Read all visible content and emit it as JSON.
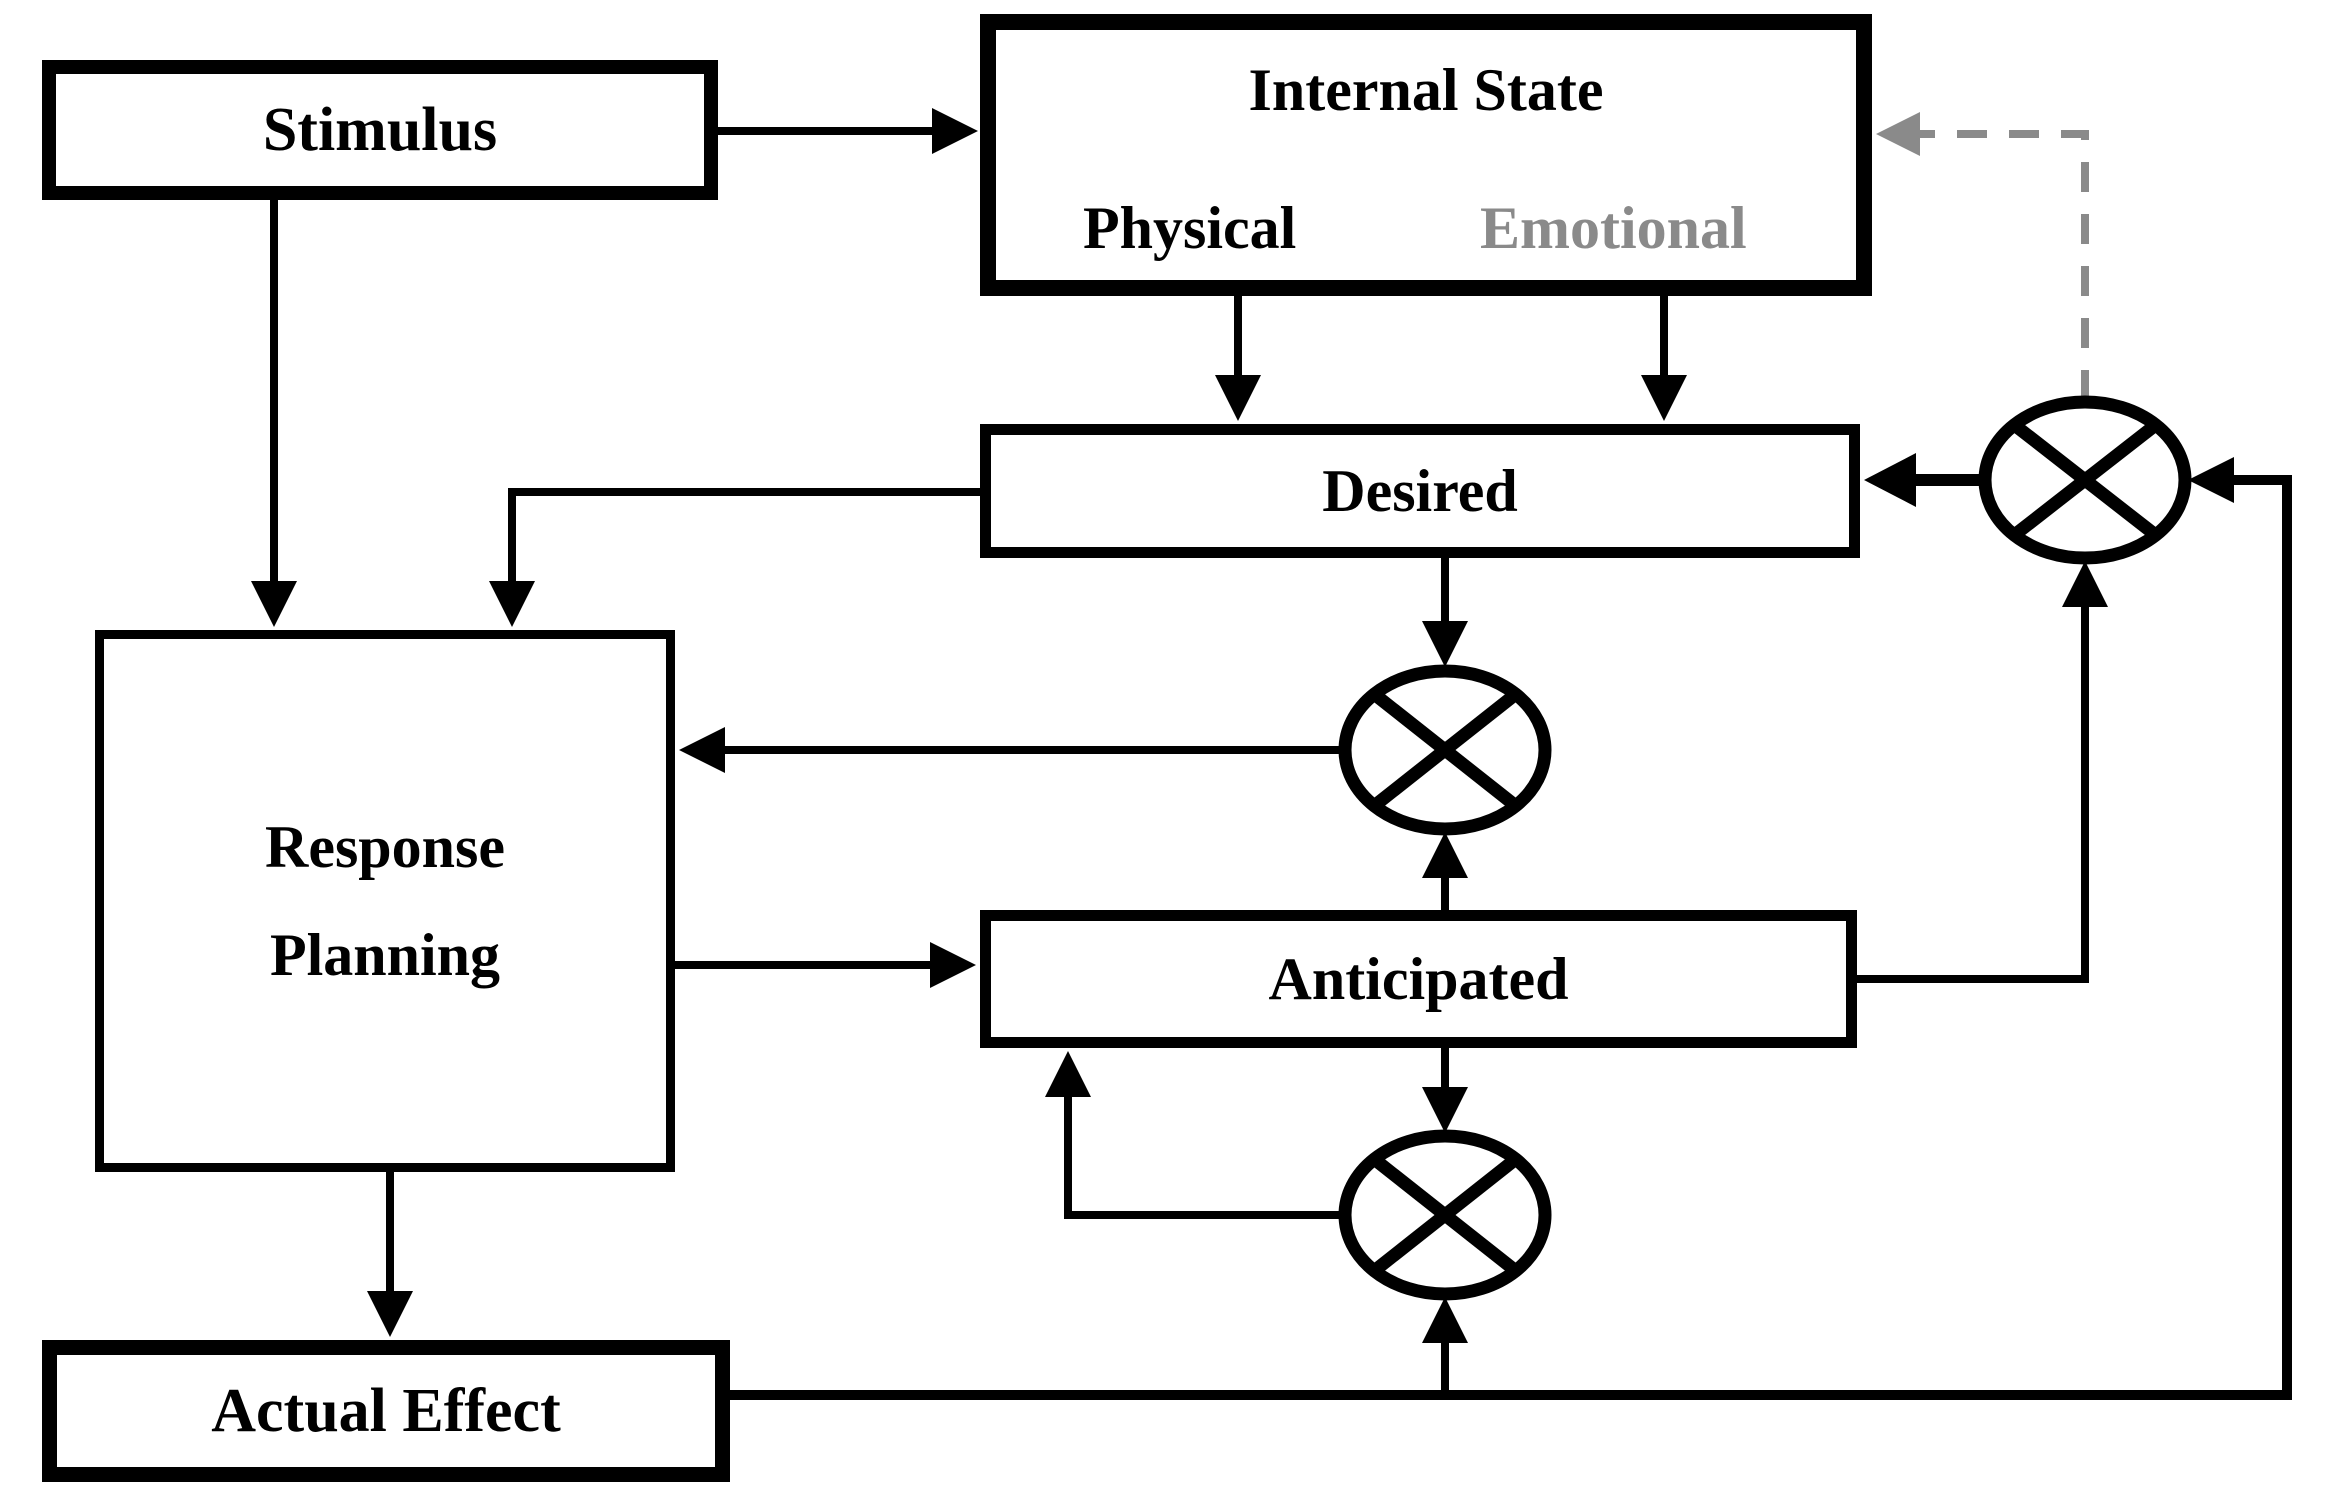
{
  "diagram": {
    "colors": {
      "line": "#000000",
      "gray": "#8a8a8a",
      "background": "#ffffff",
      "text": "#000000"
    },
    "nodes": {
      "stimulus": {
        "label": "Stimulus"
      },
      "internal_state": {
        "title": "Internal State",
        "physical_label": "Physical",
        "emotional_label": "Emotional",
        "emotional_color": "#8a8a8a"
      },
      "desired": {
        "label": "Desired"
      },
      "response_planning": {
        "label_line1": "Response",
        "label_line2": "Planning"
      },
      "anticipated": {
        "label": "Anticipated"
      },
      "actual_effect": {
        "label": "Actual Effect"
      }
    },
    "comparators": [
      {
        "id": "mid-comparator",
        "symbol": "circled-cross"
      },
      {
        "id": "bottom-comparator",
        "symbol": "circled-cross"
      },
      {
        "id": "right-comparator",
        "symbol": "circled-cross"
      }
    ],
    "edges": [
      {
        "id": "stimulus-to-internal-state",
        "from": "stimulus",
        "to": "internal_state",
        "color": "black",
        "style": "solid"
      },
      {
        "id": "stimulus-to-response-planning",
        "from": "stimulus",
        "to": "response_planning",
        "color": "black",
        "style": "solid"
      },
      {
        "id": "desired-to-response-planning",
        "from": "desired",
        "to": "response_planning",
        "color": "black",
        "style": "solid"
      },
      {
        "id": "physical-to-desired",
        "from": "internal_state",
        "to": "desired",
        "color": "black",
        "style": "solid"
      },
      {
        "id": "emotional-to-desired",
        "from": "internal_state",
        "to": "desired",
        "color": "black",
        "style": "solid"
      },
      {
        "id": "desired-to-mid-comparator",
        "from": "desired",
        "to": "mid-comparator",
        "color": "black",
        "style": "solid"
      },
      {
        "id": "mid-comparator-to-response-planning",
        "from": "mid-comparator",
        "to": "response_planning",
        "color": "black",
        "style": "solid"
      },
      {
        "id": "anticipated-to-mid-comparator",
        "from": "anticipated",
        "to": "mid-comparator",
        "color": "black",
        "style": "solid"
      },
      {
        "id": "response-planning-to-anticipated",
        "from": "response_planning",
        "to": "anticipated",
        "color": "black",
        "style": "solid"
      },
      {
        "id": "anticipated-to-bottom-comparator",
        "from": "anticipated",
        "to": "bottom-comparator",
        "color": "black",
        "style": "solid"
      },
      {
        "id": "bottom-comparator-to-anticipated",
        "from": "bottom-comparator",
        "to": "anticipated",
        "color": "black",
        "style": "solid"
      },
      {
        "id": "response-planning-to-actual-effect",
        "from": "response_planning",
        "to": "actual_effect",
        "color": "black",
        "style": "solid"
      },
      {
        "id": "actual-effect-to-right-comparator",
        "from": "actual_effect",
        "to": "right-comparator",
        "color": "black",
        "style": "solid"
      },
      {
        "id": "actual-effect-to-bottom-comparator",
        "from": "actual_effect",
        "to": "bottom-comparator",
        "color": "black",
        "style": "solid"
      },
      {
        "id": "right-comparator-to-desired",
        "from": "right-comparator",
        "to": "desired",
        "color": "black",
        "style": "solid"
      },
      {
        "id": "anticipated-to-right-comparator",
        "from": "anticipated",
        "to": "right-comparator",
        "color": "black",
        "style": "solid"
      },
      {
        "id": "right-comparator-to-internal-state",
        "from": "right-comparator",
        "to": "internal_state",
        "color": "gray",
        "style": "dashed"
      }
    ]
  }
}
